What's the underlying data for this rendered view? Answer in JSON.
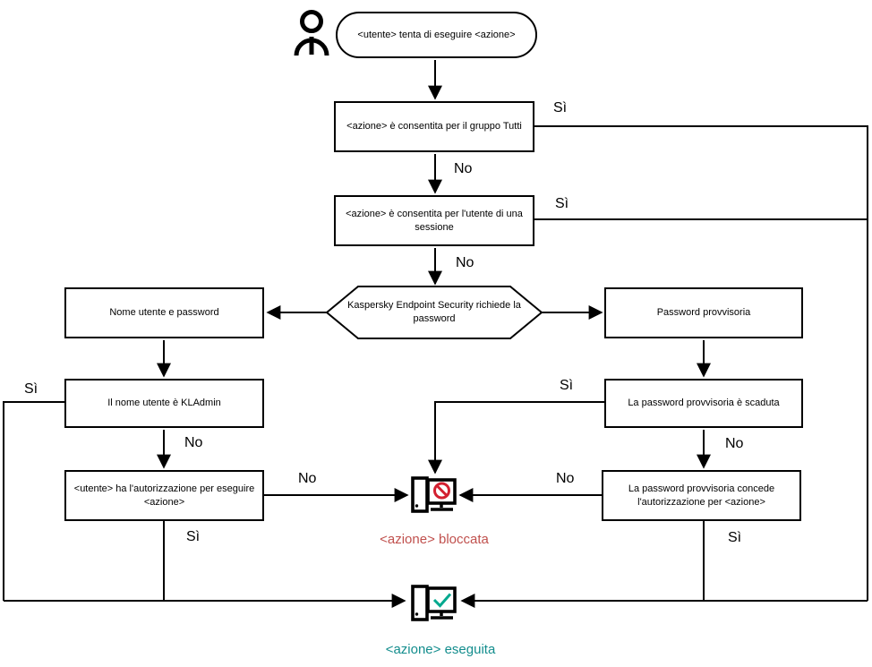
{
  "nodes": {
    "start": "<utente> tenta di eseguire <azione>",
    "group_check": "<azione> è consentita per il gruppo Tutti",
    "session_check": "<azione> è consentita per l'utente di una sessione",
    "password_prompt": "Kaspersky Endpoint Security richiede la password",
    "username_password": "Nome utente e password",
    "temp_password": "Password provvisoria",
    "kladmin_check": "Il nome utente è KLAdmin",
    "temp_expired_check": "La password provvisoria è scaduta",
    "user_auth_check": "<utente> ha l'autorizzazione per eseguire <azione>",
    "temp_auth_check": "La password provvisoria concede l'autorizzazione per <azione>",
    "blocked_result": "<azione> bloccata",
    "executed_result": "<azione> eseguita"
  },
  "edge_labels": {
    "group_yes": "Sì",
    "group_no": "No",
    "session_yes": "Sì",
    "session_no": "No",
    "kladmin_yes": "Sì",
    "kladmin_no": "No",
    "user_auth_no": "No",
    "user_auth_yes": "Sì",
    "temp_expired_yes": "Sì",
    "temp_expired_no": "No",
    "temp_auth_no": "No",
    "temp_auth_yes": "Sì"
  },
  "icons": {
    "user": "user-icon",
    "blocked": "computer-blocked-icon",
    "executed": "computer-check-icon"
  },
  "colors": {
    "line": "#000000",
    "blocked_text": "#c0504d",
    "executed_text": "#138d8d",
    "blocked_symbol": "#d32030",
    "check_symbol": "#00a88e"
  }
}
